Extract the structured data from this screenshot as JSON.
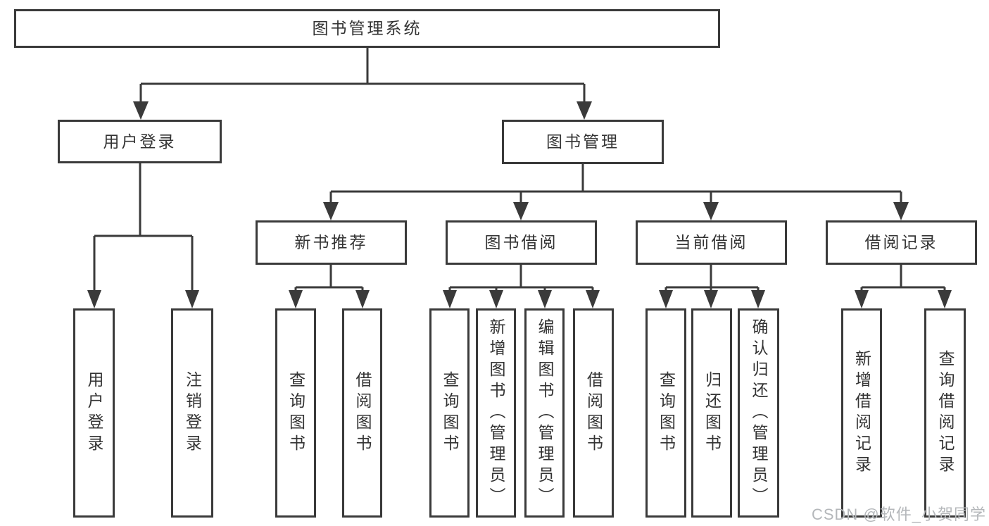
{
  "diagram": {
    "root": {
      "label": "图书管理系统"
    },
    "branches": [
      {
        "label": "用户登录",
        "children": [
          {
            "label": "用户登录"
          },
          {
            "label": "注销登录"
          }
        ]
      },
      {
        "label": "图书管理",
        "children": [
          {
            "label": "新书推荐",
            "children": [
              {
                "label": "查询图书"
              },
              {
                "label": "借阅图书"
              }
            ]
          },
          {
            "label": "图书借阅",
            "children": [
              {
                "label": "查询图书"
              },
              {
                "label": "新增图书（管理员）"
              },
              {
                "label": "编辑图书（管理员）"
              },
              {
                "label": "借阅图书"
              }
            ]
          },
          {
            "label": "当前借阅",
            "children": [
              {
                "label": "查询图书"
              },
              {
                "label": "归还图书"
              },
              {
                "label": "确认归还（管理员）"
              }
            ]
          },
          {
            "label": "借阅记录",
            "children": [
              {
                "label": "新增借阅记录"
              },
              {
                "label": "查询借阅记录"
              }
            ]
          }
        ]
      }
    ]
  },
  "watermark": "CSDN @软件_小贺同学",
  "colors": {
    "line": "#3a3a3a",
    "text": "#333333",
    "box_background": "#ffffff",
    "page_background": "#ffffff",
    "watermark": "#b4b7ba"
  }
}
